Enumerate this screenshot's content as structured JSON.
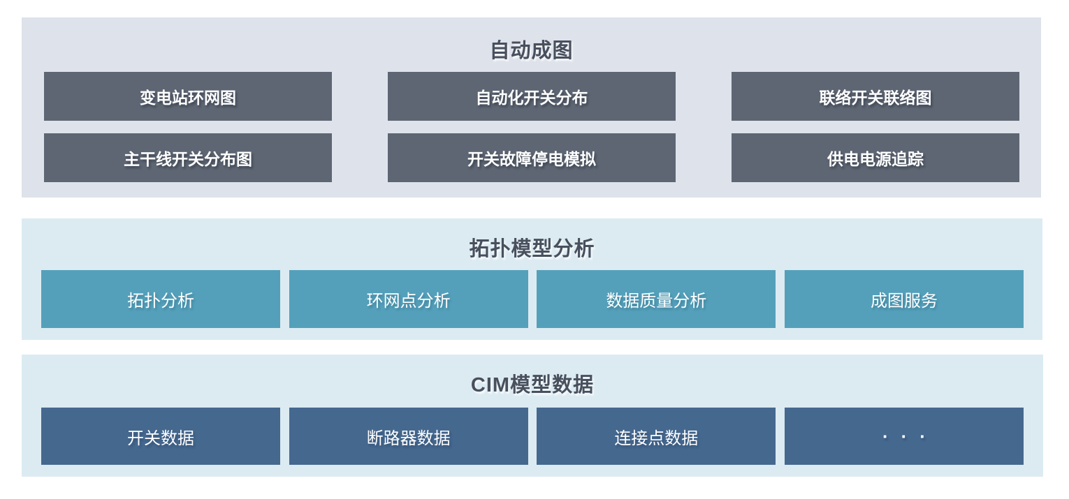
{
  "colors": {
    "page_bg": "#ffffff",
    "auto_section_bg": "#dee2ea",
    "auto_box_bg": "#5e6674",
    "topology_section_bg": "#dcebf2",
    "topology_box_bg": "#54a0bb",
    "cim_section_bg": "#dcebf2",
    "cim_box_bg": "#45688f",
    "title_text": "#48505e",
    "box_text": "#ffffff"
  },
  "sections": {
    "auto_diagram": {
      "title": "自动成图",
      "boxes": [
        "变电站环网图",
        "自动化开关分布",
        "联络开关联络图",
        "主干线开关分布图",
        "开关故障停电模拟",
        "供电电源追踪"
      ]
    },
    "topology_analysis": {
      "title": "拓扑模型分析",
      "boxes": [
        "拓扑分析",
        "环网点分析",
        "数据质量分析",
        "成图服务"
      ]
    },
    "cim_model_data": {
      "title": "CIM模型数据",
      "boxes": [
        "开关数据",
        "断路器数据",
        "连接点数据",
        "···"
      ]
    }
  }
}
